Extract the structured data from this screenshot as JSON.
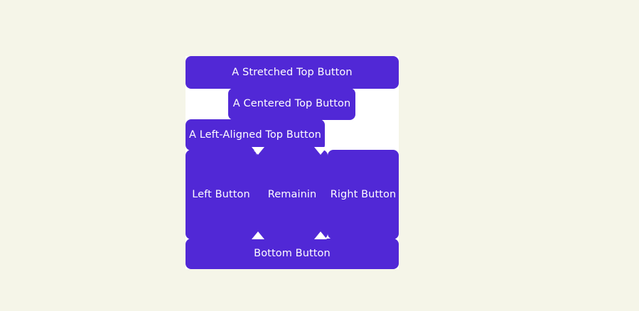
{
  "theme": {
    "page_background": "#f5f5e8",
    "card_background": "#ffffff",
    "button_color": "#5128d6",
    "button_text_color": "#ffffff"
  },
  "card": {
    "rows": {
      "stretched_top": {
        "label": "A Stretched Top Button",
        "alignment": "stretch"
      },
      "centered_top": {
        "label": "A Centered Top Button",
        "alignment": "center"
      },
      "left_aligned_top": {
        "label": "A Left-Aligned Top Button",
        "alignment": "left"
      },
      "middle": {
        "buttons": [
          {
            "label": "Left Button",
            "alignment": "left"
          },
          {
            "label": "Remainin",
            "alignment": "center"
          },
          {
            "label": "Right Button",
            "alignment": "right"
          }
        ]
      },
      "bottom": {
        "label": "Bottom Button",
        "alignment": "stretch"
      }
    }
  }
}
